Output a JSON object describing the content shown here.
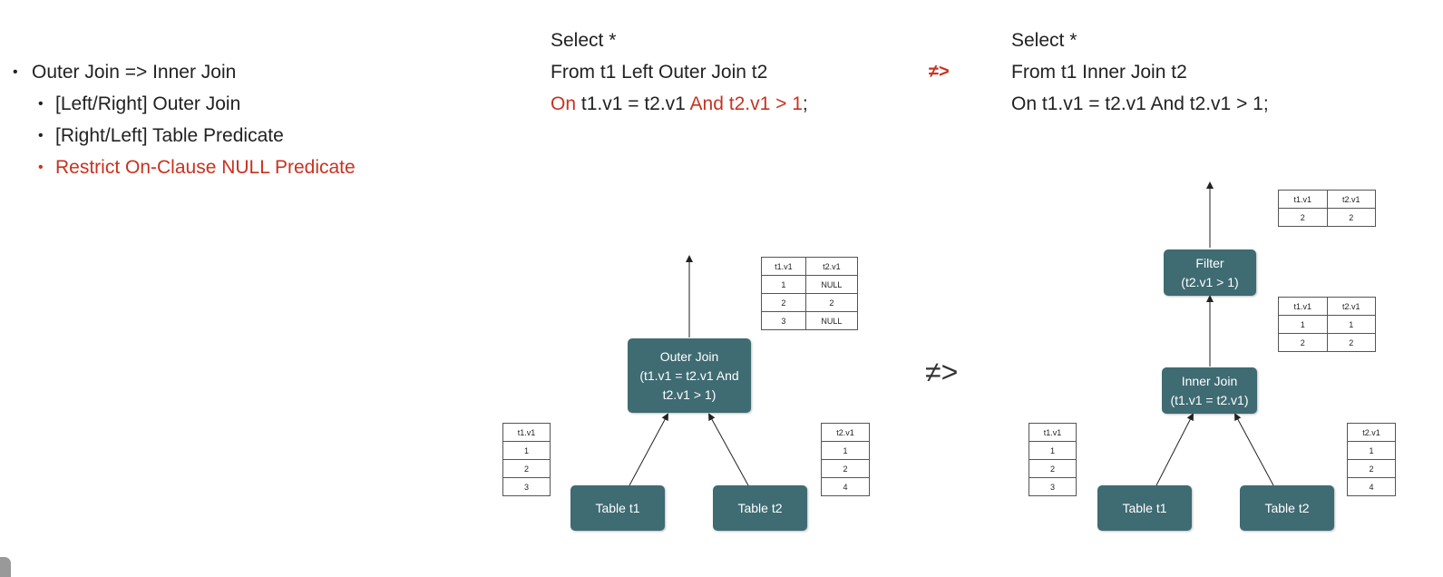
{
  "bullets": [
    {
      "level": 1,
      "text": "Outer Join => Inner Join",
      "highlight": false
    },
    {
      "level": 2,
      "text": "[Left/Right] Outer Join",
      "highlight": false
    },
    {
      "level": 2,
      "text": "[Right/Left] Table Predicate",
      "highlight": false
    },
    {
      "level": 2,
      "text": "Restrict On-Clause NULL Predicate",
      "highlight": true
    }
  ],
  "bullet_glyph": "•",
  "left_query": {
    "line1": "Select *",
    "line2": "From t1 Left Outer Join t2",
    "line3_on": "On",
    "line3_cond": "t1.v1 = t2.v1",
    "line3_and": "And t2.v1 > 1",
    "line3_end": ";"
  },
  "right_query": {
    "line1": "Select *",
    "line2": "From t1 Inner Join t2",
    "line3": "On t1.v1 = t2.v1 And t2.v1 > 1;"
  },
  "not_equivalent_symbol": "≠>",
  "left_tree": {
    "outer_join": [
      "Outer Join",
      "(t1.v1 = t2.v1 And",
      "t2.v1 > 1)"
    ],
    "table_t1": "Table t1",
    "table_t2": "Table t2",
    "result_table": {
      "headers": [
        "t1.v1",
        "t2.v1"
      ],
      "rows": [
        [
          "1",
          "NULL"
        ],
        [
          "2",
          "2"
        ],
        [
          "3",
          "NULL"
        ]
      ]
    },
    "t1_table": {
      "header": "t1.v1",
      "rows": [
        "1",
        "2",
        "3"
      ]
    },
    "t2_table": {
      "header": "t2.v1",
      "rows": [
        "1",
        "2",
        "4"
      ]
    }
  },
  "right_tree": {
    "filter": [
      "Filter",
      "(t2.v1 > 1)"
    ],
    "inner_join": [
      "Inner Join",
      "(t1.v1 = t2.v1)"
    ],
    "table_t1": "Table t1",
    "table_t2": "Table t2",
    "filter_result": {
      "headers": [
        "t1.v1",
        "t2.v1"
      ],
      "rows": [
        [
          "2",
          "2"
        ]
      ]
    },
    "join_result": {
      "headers": [
        "t1.v1",
        "t2.v1"
      ],
      "rows": [
        [
          "1",
          "1"
        ],
        [
          "2",
          "2"
        ]
      ]
    },
    "t1_table": {
      "header": "t1.v1",
      "rows": [
        "1",
        "2",
        "3"
      ]
    },
    "t2_table": {
      "header": "t2.v1",
      "rows": [
        "1",
        "2",
        "4"
      ]
    }
  },
  "colors": {
    "node": "#3f6b73",
    "highlight": "#c8321f",
    "text": "#222222"
  }
}
